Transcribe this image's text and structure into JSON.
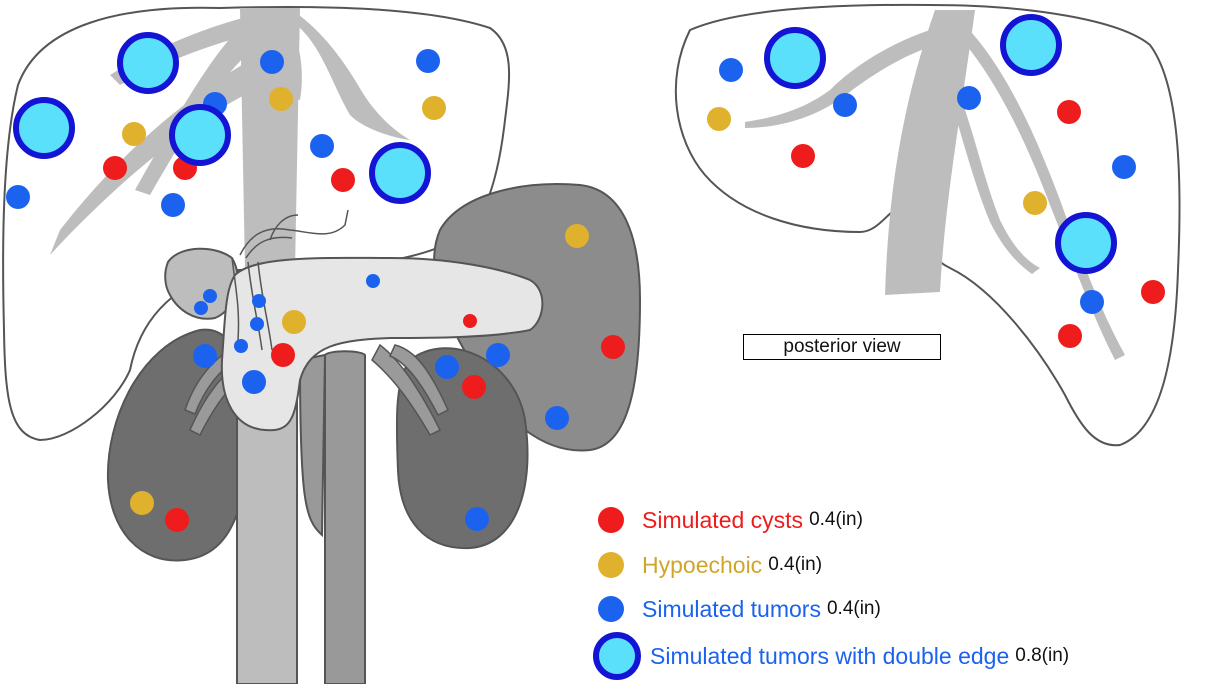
{
  "colors": {
    "liver_fill": "#ffffff",
    "outline": "#555555",
    "vessel": "#bdbdbd",
    "pancreas": "#e6e6e6",
    "kidney_dark": "#6e6e6e",
    "spleen": "#8c8c8c",
    "aorta": "#999999",
    "cyst": "#ee1c1c",
    "hypoechoic": "#dfb12c",
    "tumor": "#1b63ee",
    "double_edge_fill": "#5ae0fb",
    "double_edge_ring": "#1414d4"
  },
  "view_label": "posterior view",
  "legend": [
    {
      "key": "cyst",
      "name": "Simulated cysts",
      "size": "0.4(in)",
      "color": "#ee1c1c",
      "icon": "red-dot-icon"
    },
    {
      "key": "hypoechoic",
      "name": "Hypoechoic",
      "size": "0.4(in)",
      "color": "#cfa62a",
      "icon": "yellow-dot-icon"
    },
    {
      "key": "tumor",
      "name": "Simulated tumors",
      "size": "0.4(in)",
      "color": "#1b63ee",
      "icon": "blue-dot-icon"
    },
    {
      "key": "double",
      "name": "Simulated tumors with double edge",
      "size": "0.8(in)",
      "color": "#1b63ee",
      "icon": "double-edge-ring-icon"
    }
  ]
}
